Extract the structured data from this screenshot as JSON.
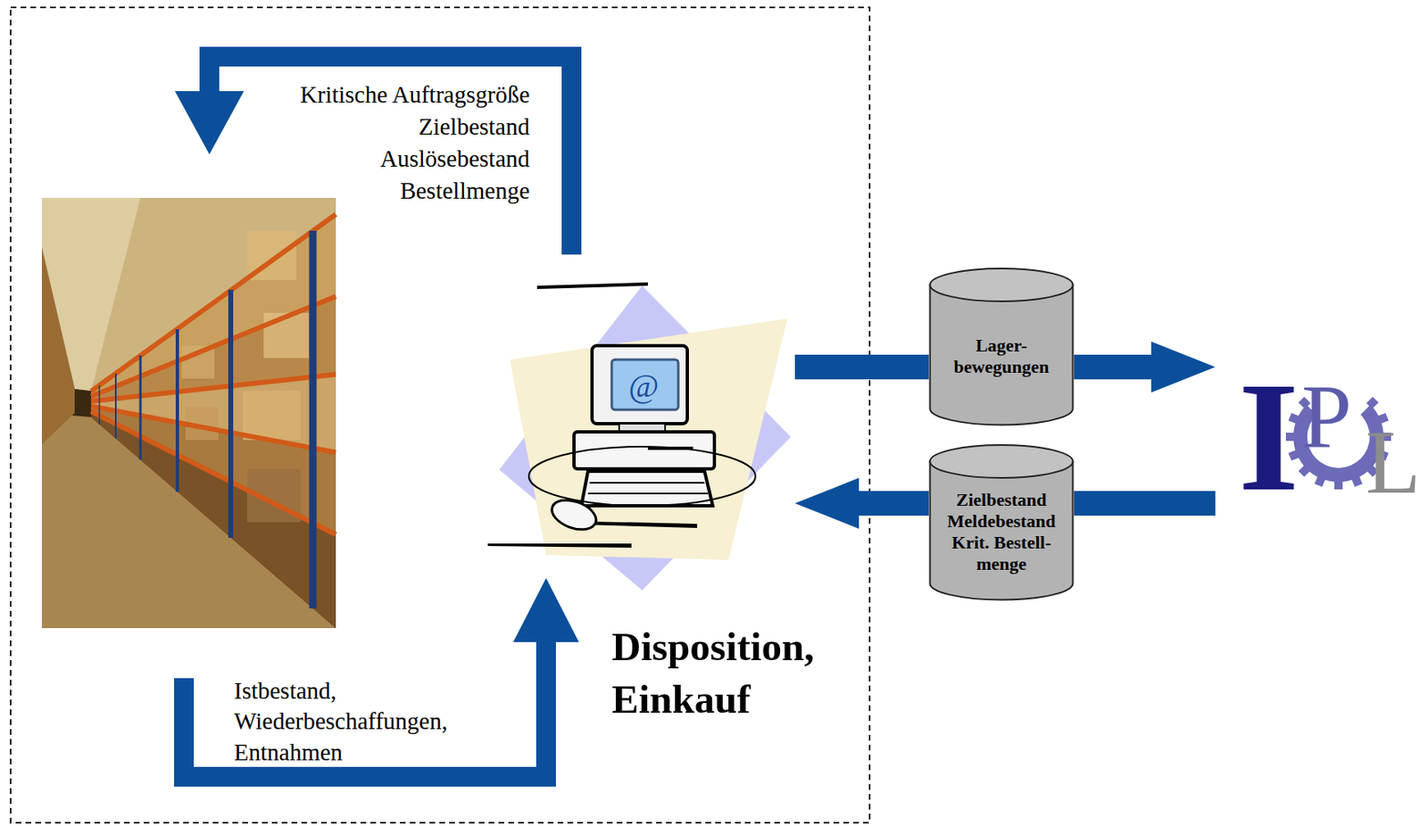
{
  "diagram": {
    "nodes": [
      {
        "text": [
          "Disposition, Einkauf"
        ]
      },
      {
        "text": [
          "Lager- bewegungen"
        ]
      },
      {
        "text": [
          "Zielbestand Meldebestand Krit. Bestell- menge"
        ]
      },
      {
        "text": [
          "I",
          "P",
          "L"
        ]
      }
    ],
    "edges": [
      {
        "from": 0,
        "to": 1,
        "arrow": "none"
      },
      {
        "from": 1,
        "to": 3,
        "arrow": "to"
      },
      {
        "from": 3,
        "to": 2,
        "arrow": "none"
      },
      {
        "from": 2,
        "to": 0,
        "arrow": "to"
      }
    ],
    "labels": [
      "Kritische Auftragsgröße",
      "Zielbestand",
      "Auslösebestand",
      "Bestellmenge",
      "Istbestand,",
      "Wiederbeschaffungen,",
      "Entnahmen",
      "@"
    ]
  }
}
